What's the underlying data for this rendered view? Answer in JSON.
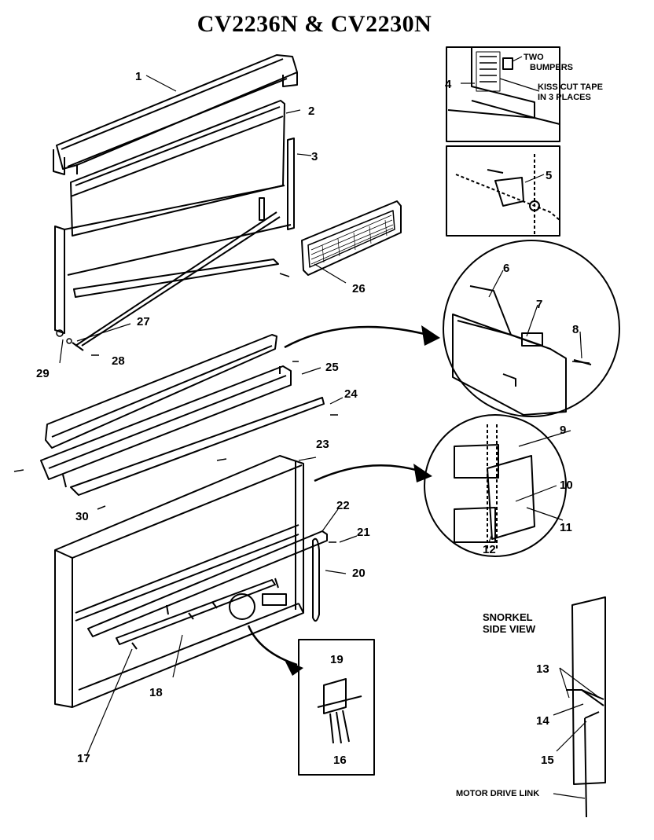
{
  "title": "CV2236N & CV2230N",
  "inset_notes": {
    "two_bumpers_line1": "TWO",
    "two_bumpers_line2": "BUMPERS",
    "kiss_cut_line1": "KISS CUT TAPE",
    "kiss_cut_line2": "IN 3 PLACES"
  },
  "snorkel": {
    "caption_line1": "SNORKEL",
    "caption_line2": "SIDE VIEW",
    "motor_link": "MOTOR DRIVE LINK"
  },
  "parts": [
    "1",
    "2",
    "3",
    "4",
    "5",
    "6",
    "7",
    "8",
    "9",
    "10",
    "11",
    "12",
    "13",
    "14",
    "15",
    "16",
    "17",
    "18",
    "19",
    "20",
    "21",
    "22",
    "23",
    "24",
    "25",
    "26",
    "27",
    "28",
    "29",
    "30"
  ]
}
